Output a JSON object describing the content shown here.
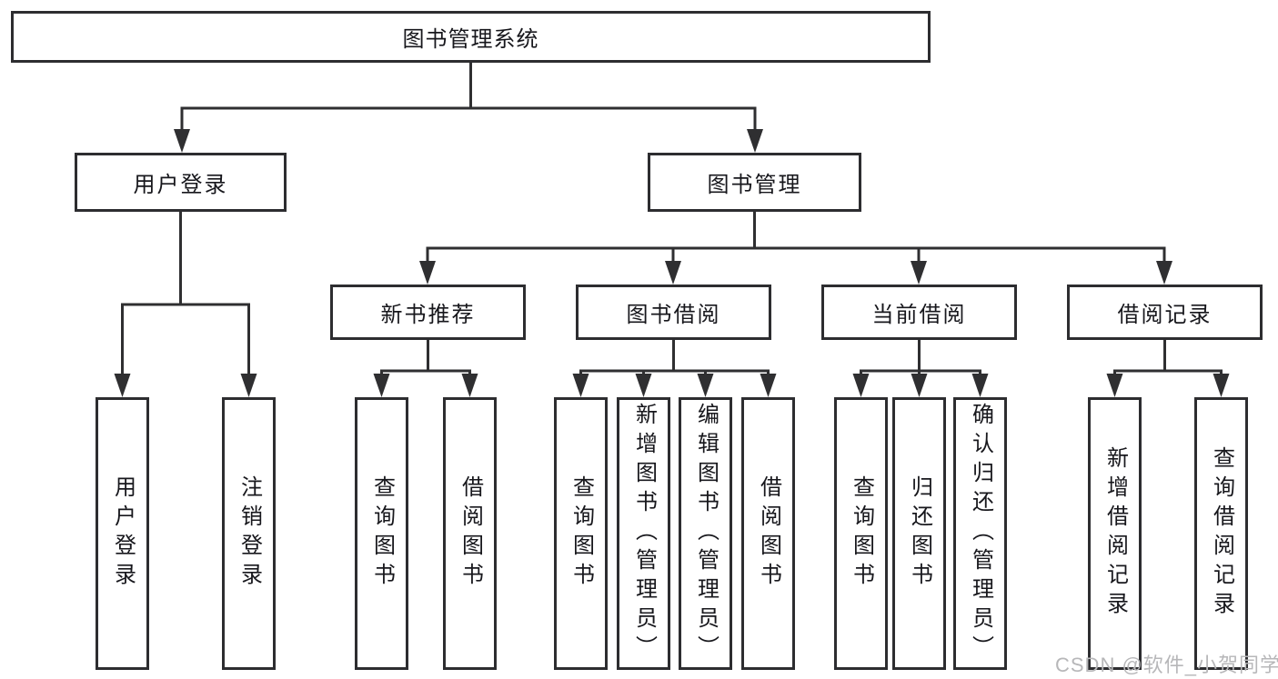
{
  "appearance": {
    "line_color": "#2f2f31",
    "box_border_color": "#2d2d30",
    "text_color": "#17171c",
    "watermark_color": "#b7b7b9",
    "background": "#ffffff"
  },
  "tree": {
    "root": {
      "label": "图书管理系统"
    },
    "children": [
      {
        "label": "用户登录",
        "children": [
          "用户登录",
          "注销登录"
        ]
      },
      {
        "label": "图书管理",
        "children": [
          {
            "label": "新书推荐",
            "children": [
              "查询图书",
              "借阅图书"
            ]
          },
          {
            "label": "图书借阅",
            "children": [
              "查询图书",
              "新增图书（管理员）",
              "编辑图书（管理员）",
              "借阅图书"
            ]
          },
          {
            "label": "当前借阅",
            "children": [
              "查询图书",
              "归还图书",
              "确认归还（管理员）"
            ]
          },
          {
            "label": "借阅记录",
            "children": [
              "新增借阅记录",
              "查询借阅记录"
            ]
          }
        ]
      }
    ]
  },
  "watermark": "CSDN @软件_小贺同学"
}
